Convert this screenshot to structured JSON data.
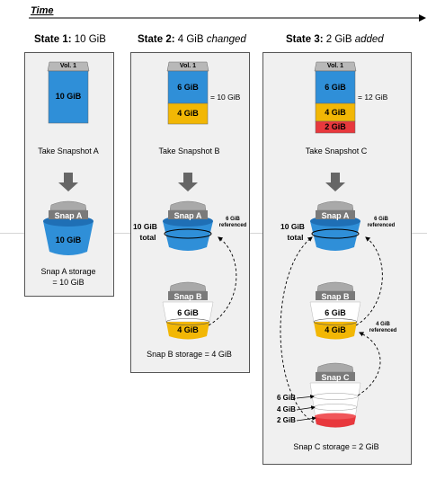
{
  "time_label": "Time",
  "states": [
    {
      "title_bold": "State 1:",
      "title_rest": " 10 GiB",
      "title_italic": ""
    },
    {
      "title_bold": "State 2:",
      "title_rest": " 4 GiB ",
      "title_italic": "changed"
    },
    {
      "title_bold": "State 3:",
      "title_rest": " 2 GiB ",
      "title_italic": "added"
    }
  ],
  "volume": {
    "tag": "Vol. 1",
    "s1_block": "10 GiB",
    "s2_blocks": [
      "6 GiB",
      "4 GiB"
    ],
    "s2_total": "= 10 GiB",
    "s3_blocks": [
      "6 GiB",
      "4 GiB",
      "2 GiB"
    ],
    "s3_total": "= 12 GiB"
  },
  "actions": {
    "s1": "Take Snapshot A",
    "s2": "Take Snapshot B",
    "s3": "Take Snapshot C"
  },
  "snapshots": {
    "snap_a": "Snap A",
    "snap_b": "Snap B",
    "snap_c": "Snap C",
    "a_fill": "10 GiB",
    "b_upper": "6 GiB",
    "b_fill": "4 GiB",
    "total_line1": "10 GiB",
    "total_line2": "total",
    "ref_6_line1": "6 GiB",
    "ref_6_line2": "referenced",
    "ref_4_line1": "4 GiB",
    "ref_4_line2": "referenced",
    "c_levels": [
      "6 GiB",
      "4 GiB",
      "2 GiB"
    ]
  },
  "storage": {
    "s1_line1": "Snap A storage",
    "s1_line2": "= 10 GiB",
    "s2": "Snap B storage = 4 GiB",
    "s3": "Snap C storage = 2 GiB"
  },
  "colors": {
    "blue": "#2f8fd8",
    "yellow": "#f2b705",
    "red": "#e8383d",
    "panel_gray": "#efefef",
    "lid_gray": "#b8b8b8",
    "arrow_gray": "#666666"
  }
}
